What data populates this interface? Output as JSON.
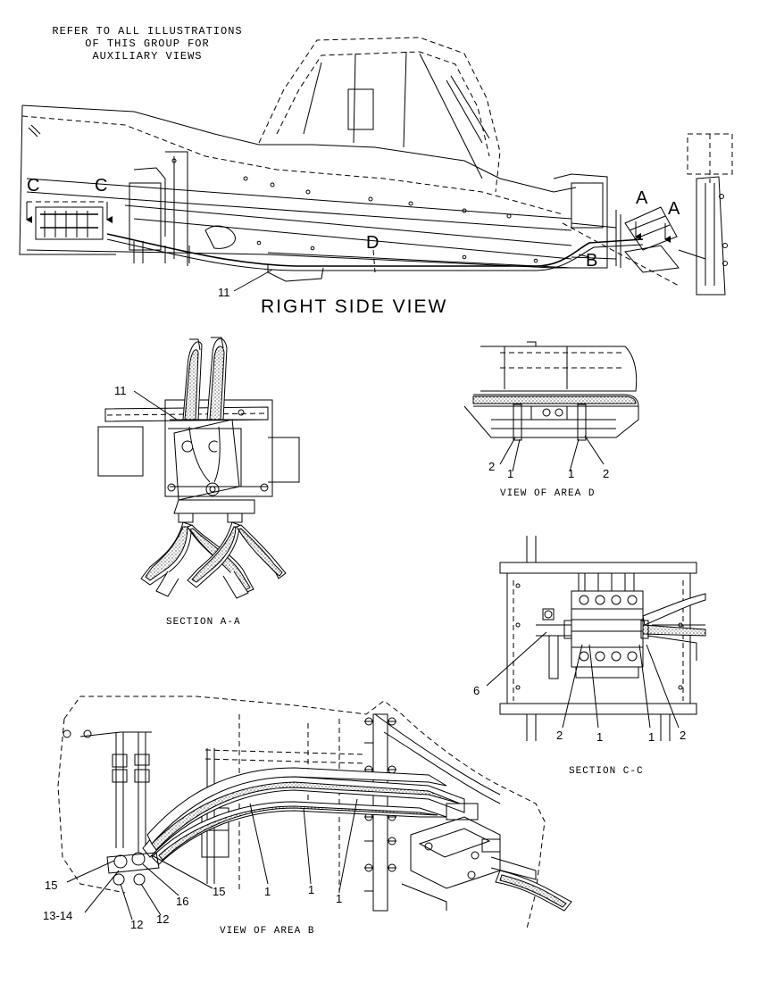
{
  "header_note": {
    "line1": "REFER TO ALL ILLUSTRATIONS",
    "line2": "OF THIS GROUP FOR",
    "line3": "AUXILIARY VIEWS"
  },
  "views": {
    "right_side": "RIGHT SIDE VIEW",
    "section_aa": "SECTION A-A",
    "area_d": "VIEW OF AREA D",
    "section_cc": "SECTION C-C",
    "area_b": "VIEW OF AREA B"
  },
  "section_markers": {
    "c_left": "C",
    "c_right": "C",
    "d": "D",
    "a_left": "A",
    "a_right": "A",
    "b": "B"
  },
  "callouts": {
    "side_11": "11",
    "aa_11": "11",
    "d_2_left": "2",
    "d_1_left": "1",
    "d_1_right": "1",
    "d_2_right": "2",
    "cc_6": "6",
    "cc_2_left": "2",
    "cc_1_left": "1",
    "cc_1_right": "1",
    "cc_2_right": "2",
    "b_15_left": "15",
    "b_13_14": "13-14",
    "b_12_left": "12",
    "b_12_right": "12",
    "b_16": "16",
    "b_15_right": "15",
    "b_1_a": "1",
    "b_1_b": "1",
    "b_1_c": "1"
  }
}
